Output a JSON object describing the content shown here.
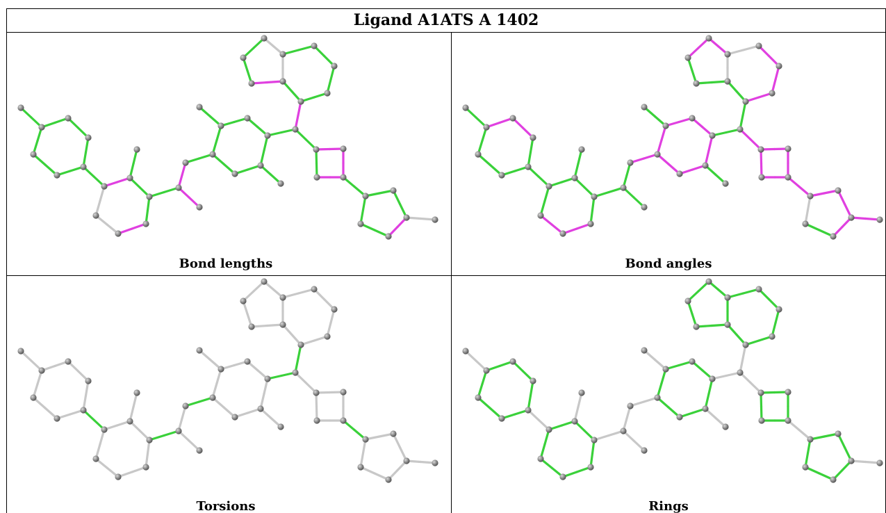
{
  "title": "Ligand A1ATS A 1402",
  "panels": [
    {
      "key": "bond_lengths",
      "caption": "Bond lengths"
    },
    {
      "key": "bond_angles",
      "caption": "Bond angles"
    },
    {
      "key": "torsions",
      "caption": "Torsions"
    },
    {
      "key": "rings",
      "caption": "Rings"
    }
  ],
  "colors": {
    "green": "#3ad13a",
    "magenta": "#e040e0",
    "gray": "#c8c8c8",
    "atom": "#8a8a8a"
  }
}
